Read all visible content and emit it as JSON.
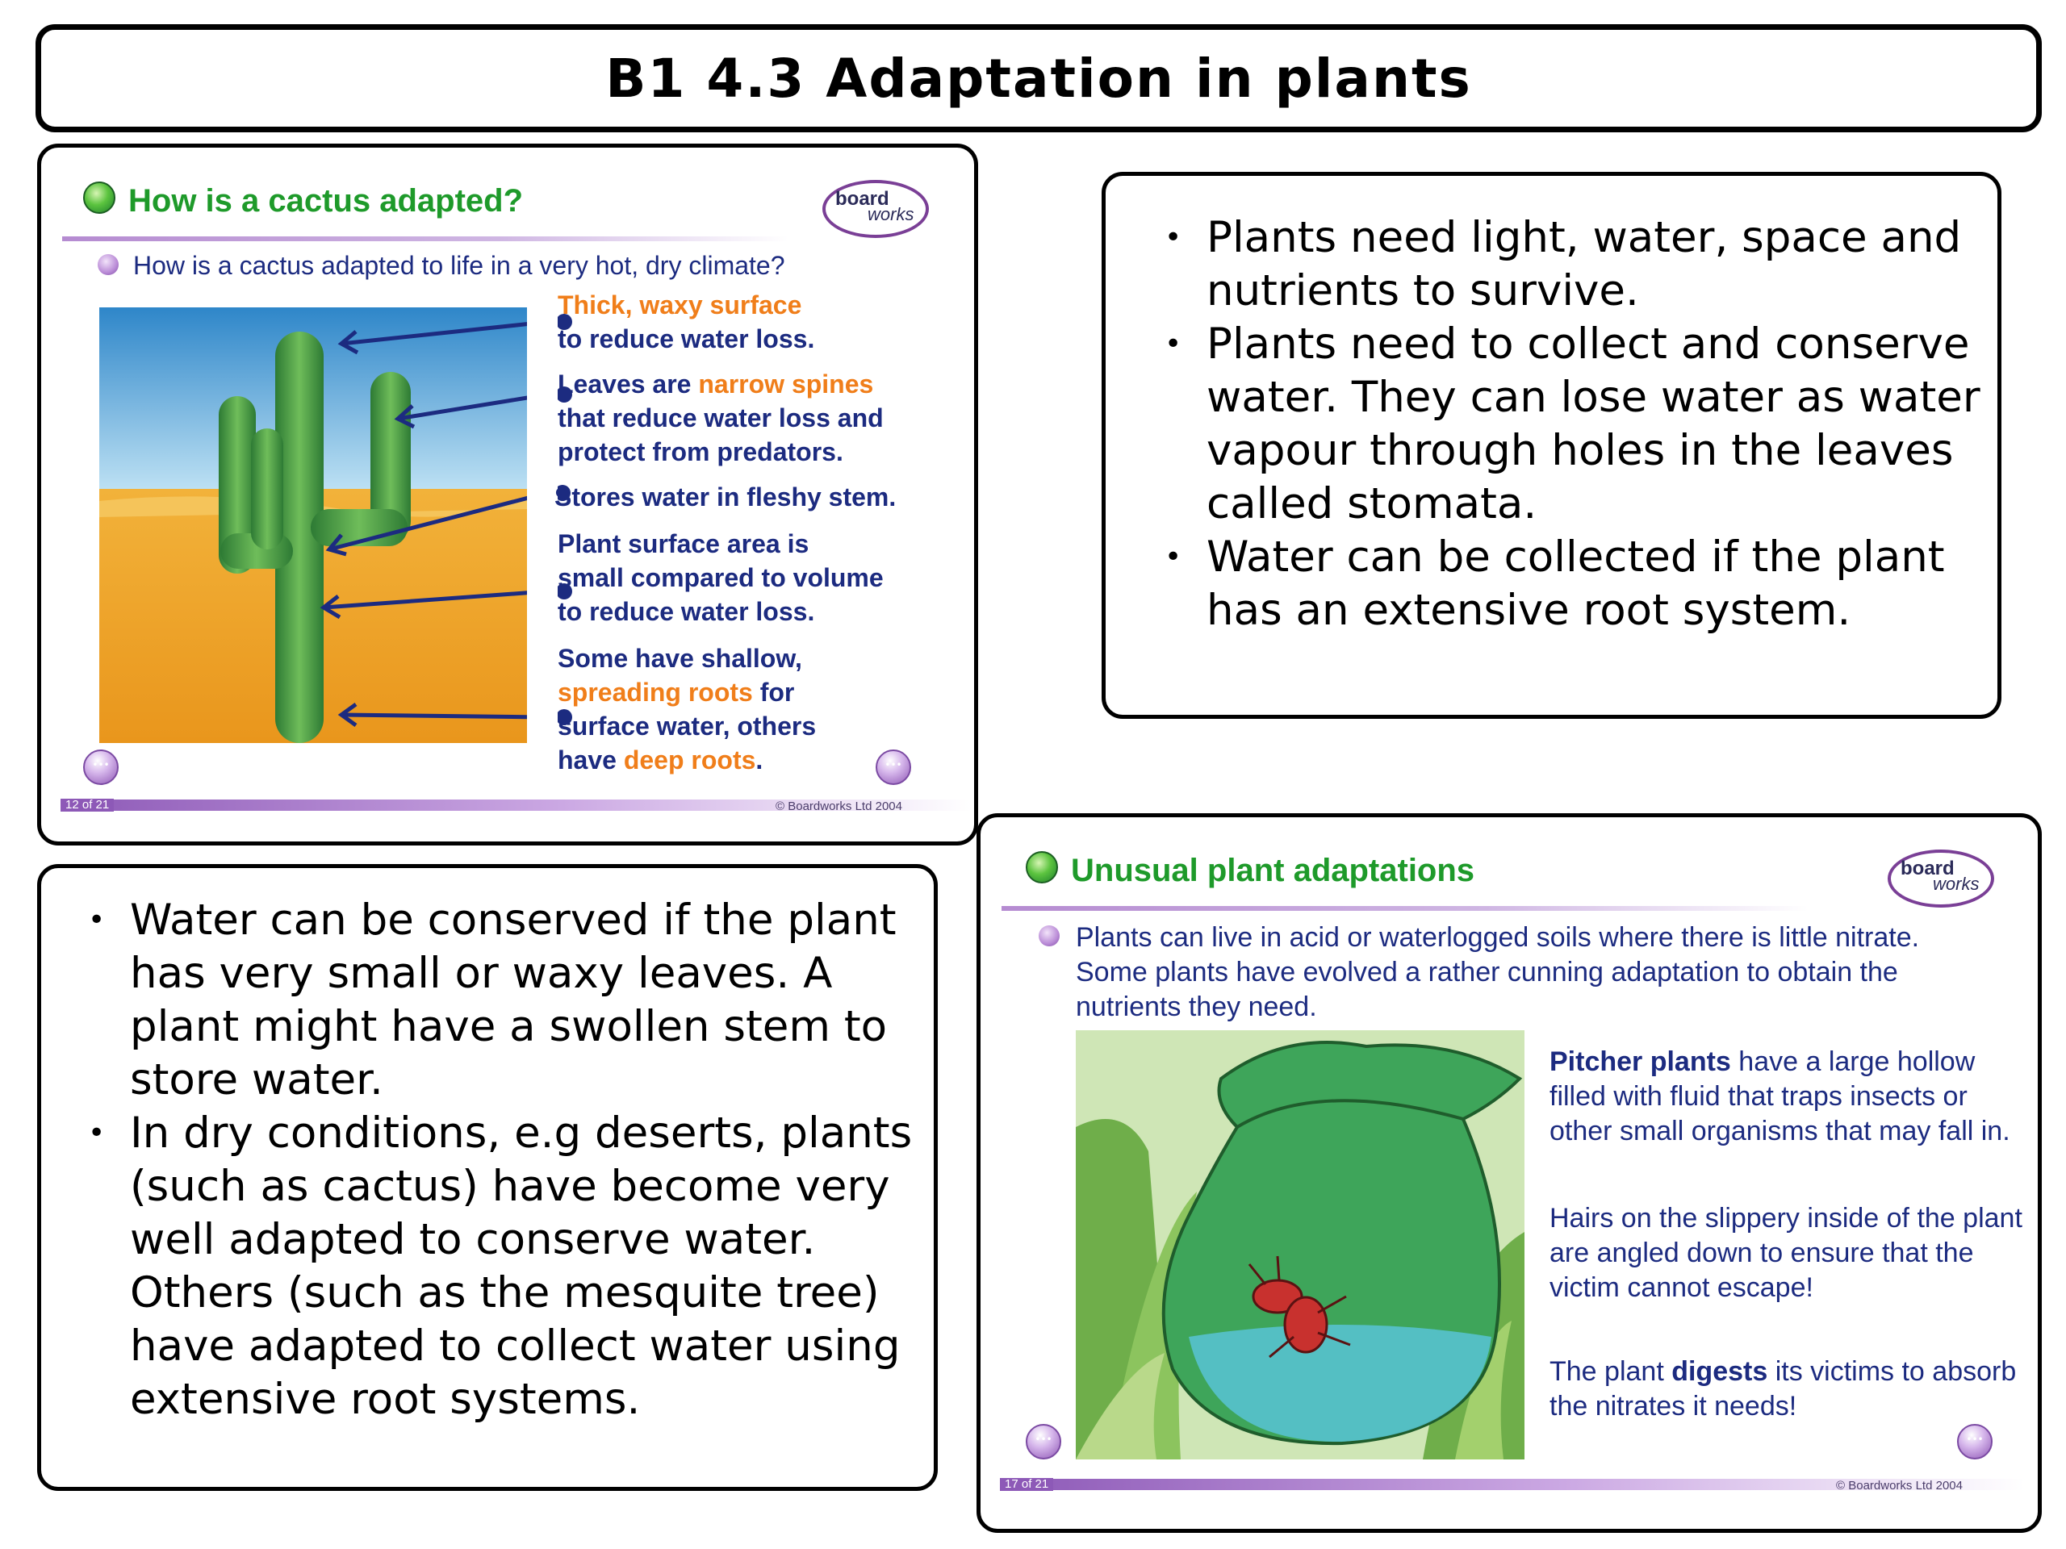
{
  "title": "B1 4.3 Adaptation in plants",
  "top_right": {
    "bullets": [
      "Plants need light, water, space and nutrients to survive.",
      "Plants need to collect and conserve water.  They can lose water as water vapour through holes in the leaves called stomata.",
      "Water can be collected if the plant has an extensive root system."
    ]
  },
  "bottom_left": {
    "bullets": [
      "Water can be conserved if the plant has very small or waxy leaves.  A plant might have a swollen stem to store water.",
      "In dry conditions, e.g deserts, plants (such as cactus) have become very well adapted to conserve water.  Others (such as the mesquite tree) have adapted to collect water using extensive root systems."
    ]
  },
  "slide1": {
    "heading": "How is a cactus adapted?",
    "question": "How is a cactus adapted to life in a very hot, dry climate?",
    "logo": {
      "line1": "board",
      "line2": "works"
    },
    "labels": {
      "l1_orange": "Thick, waxy surface",
      "l1_rest": "to reduce water loss.",
      "l2_a": "Leaves are ",
      "l2_orange": "narrow spines",
      "l2_rest1": "that reduce water loss and",
      "l2_rest2": "protect from predators.",
      "l3": "Stores water in fleshy stem.",
      "l4_1": "Plant surface area is",
      "l4_2": "small compared to volume",
      "l4_3": "to reduce water loss.",
      "l5_1": "Some have shallow,",
      "l5_orange": "spreading roots",
      "l5_for": " for",
      "l5_2": "surface water, others",
      "l5_3a": "have ",
      "l5_orange2": "deep roots",
      "l5_dot": "."
    },
    "footer_page": "12 of 21",
    "footer_copy": "© Boardworks Ltd 2004"
  },
  "slide2": {
    "heading": "Unusual plant adaptations",
    "intro": "Plants can live in acid or waterlogged soils where there is little nitrate. Some plants have evolved a rather cunning adaptation to obtain the nutrients they need.",
    "logo": {
      "line1": "board",
      "line2": "works"
    },
    "p1_bold": "Pitcher plants",
    "p1_rest": " have a large hollow filled with fluid that traps insects or other small organisms that may fall in.",
    "p2": "Hairs on the slippery inside of the plant are angled down to ensure that the victim cannot escape!",
    "p3_a": "The plant ",
    "p3_bold": "digests",
    "p3_rest": " its victims to absorb the nitrates it needs!",
    "footer_page": "17 of 21",
    "footer_copy": "© Boardworks Ltd 2004"
  },
  "colors": {
    "heading_green": "#1e9a2a",
    "body_navy": "#1c2b80",
    "accent_orange": "#f07e1a",
    "accent_purple": "#8d59b7"
  }
}
